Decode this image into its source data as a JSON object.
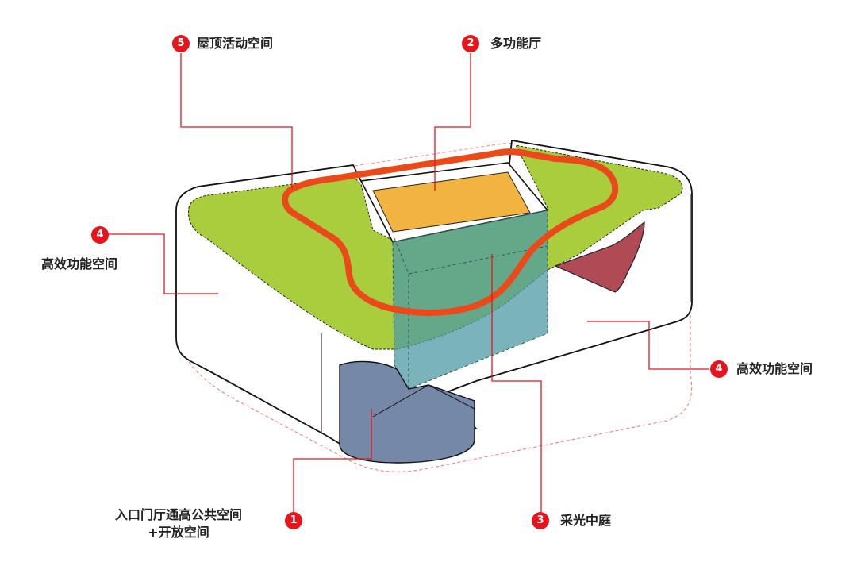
{
  "colors": {
    "badge": "#e8141b",
    "leader": "#e8141b",
    "roof_green": "#a9cd3c",
    "hall_orange": "#f2b440",
    "courtyard_teal": "#4f9aa3",
    "lobby_blue": "#7688a8",
    "running_track": "#ea4a1a",
    "recess_red": "#b04a55"
  },
  "callouts": [
    {
      "id": "rooftop",
      "number": "5",
      "text": "屋顶活动空间"
    },
    {
      "id": "hall",
      "number": "2",
      "text": "多功能厅"
    },
    {
      "id": "office-left",
      "number": "4",
      "text": "高效功能空间"
    },
    {
      "id": "office-right",
      "number": "4",
      "text": "高效功能空间"
    },
    {
      "id": "lobby",
      "number": "1",
      "lines": [
        "入口门厅通高公共空间",
        "+开放空间"
      ]
    },
    {
      "id": "courtyard",
      "number": "3",
      "text": "采光中庭"
    }
  ]
}
